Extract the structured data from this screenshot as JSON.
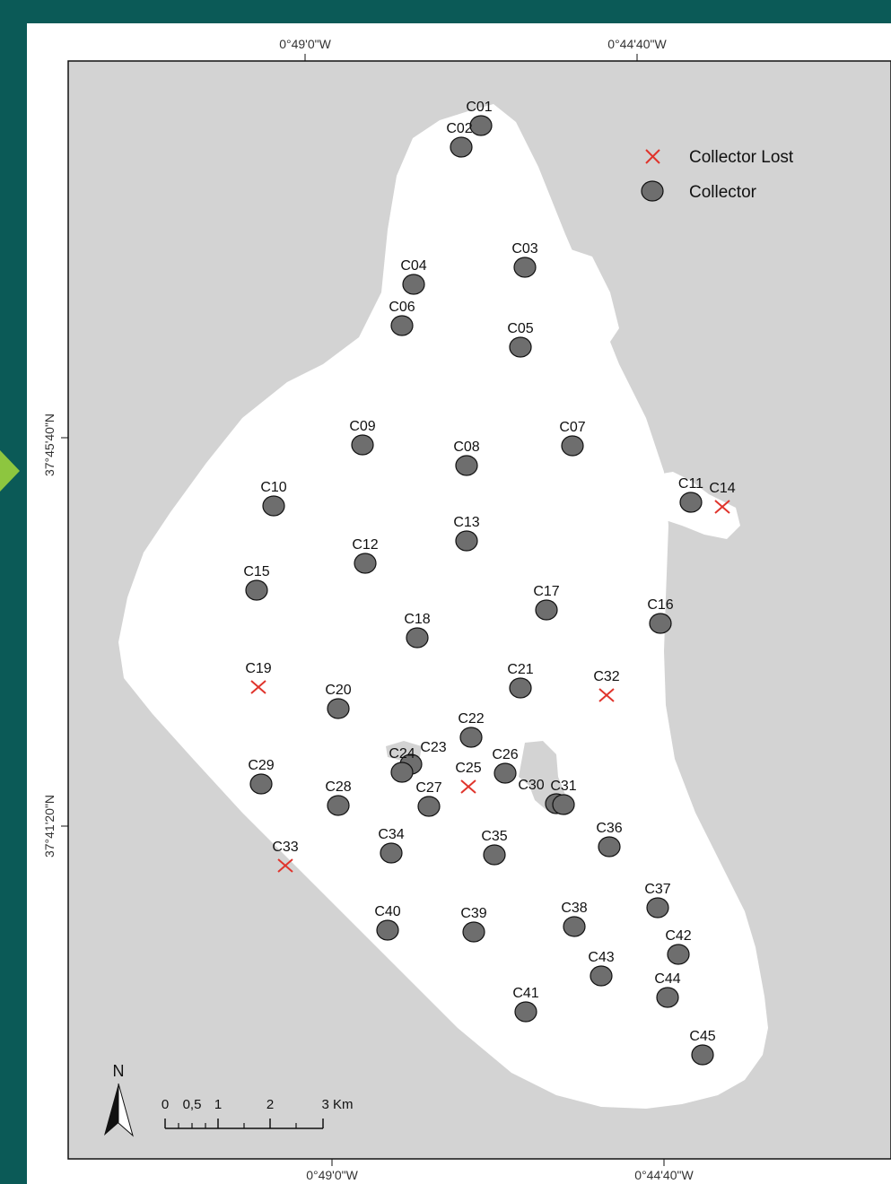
{
  "coordinates": {
    "top_left": "0°49'0\"W",
    "top_right": "0°44'40\"W",
    "bottom_left": "0°49'0\"W",
    "bottom_right": "0°44'40\"W",
    "left_upper": "37°45'40\"N",
    "left_lower": "37°41'20\"N"
  },
  "legend": {
    "lost_label": "Collector Lost",
    "collector_label": "Collector"
  },
  "north_label": "N",
  "scale": {
    "ticks": [
      "0",
      "0,5",
      "1",
      "2",
      "3 Km"
    ]
  },
  "collectors": [
    {
      "id": "C01"
    },
    {
      "id": "C02"
    },
    {
      "id": "C03"
    },
    {
      "id": "C04"
    },
    {
      "id": "C05"
    },
    {
      "id": "C06"
    },
    {
      "id": "C07"
    },
    {
      "id": "C08"
    },
    {
      "id": "C09"
    },
    {
      "id": "C10"
    },
    {
      "id": "C11"
    },
    {
      "id": "C12"
    },
    {
      "id": "C13"
    },
    {
      "id": "C15"
    },
    {
      "id": "C16"
    },
    {
      "id": "C17"
    },
    {
      "id": "C18"
    },
    {
      "id": "C20"
    },
    {
      "id": "C21"
    },
    {
      "id": "C22"
    },
    {
      "id": "C23"
    },
    {
      "id": "C24"
    },
    {
      "id": "C26"
    },
    {
      "id": "C27"
    },
    {
      "id": "C28"
    },
    {
      "id": "C29"
    },
    {
      "id": "C30"
    },
    {
      "id": "C31"
    },
    {
      "id": "C34"
    },
    {
      "id": "C35"
    },
    {
      "id": "C36"
    },
    {
      "id": "C37"
    },
    {
      "id": "C38"
    },
    {
      "id": "C39"
    },
    {
      "id": "C40"
    },
    {
      "id": "C41"
    },
    {
      "id": "C42"
    },
    {
      "id": "C43"
    },
    {
      "id": "C44"
    },
    {
      "id": "C45"
    }
  ],
  "lost_collectors": [
    {
      "id": "C14"
    },
    {
      "id": "C19"
    },
    {
      "id": "C25"
    },
    {
      "id": "C32"
    },
    {
      "id": "C33"
    }
  ],
  "colors": {
    "land": "#d3d3d3",
    "water": "#ffffff",
    "collector": "#6e6e6e",
    "lost": "#e0342c",
    "background": "#0b5a57",
    "arrow": "#8dc63f"
  }
}
